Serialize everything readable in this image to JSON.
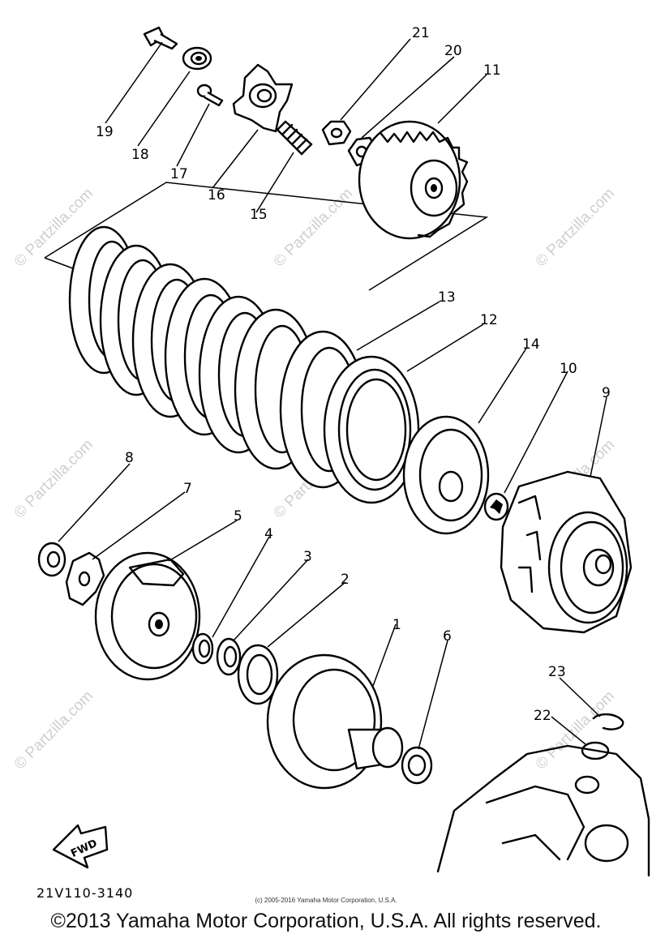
{
  "watermark": {
    "text": "© Partzilla.com"
  },
  "callouts": [
    "1",
    "2",
    "3",
    "4",
    "5",
    "6",
    "7",
    "8",
    "9",
    "10",
    "11",
    "12",
    "13",
    "14",
    "15",
    "16",
    "17",
    "18",
    "19",
    "20",
    "21",
    "22",
    "23"
  ],
  "fwd_label": "FWD",
  "diagram_code": "21V110-3140",
  "small_copyright": "(c) 2005-2016 Yamaha Motor Corporation, U.S.A.",
  "copyright": "©2013 Yamaha Motor Corporation, U.S.A. All rights reserved."
}
